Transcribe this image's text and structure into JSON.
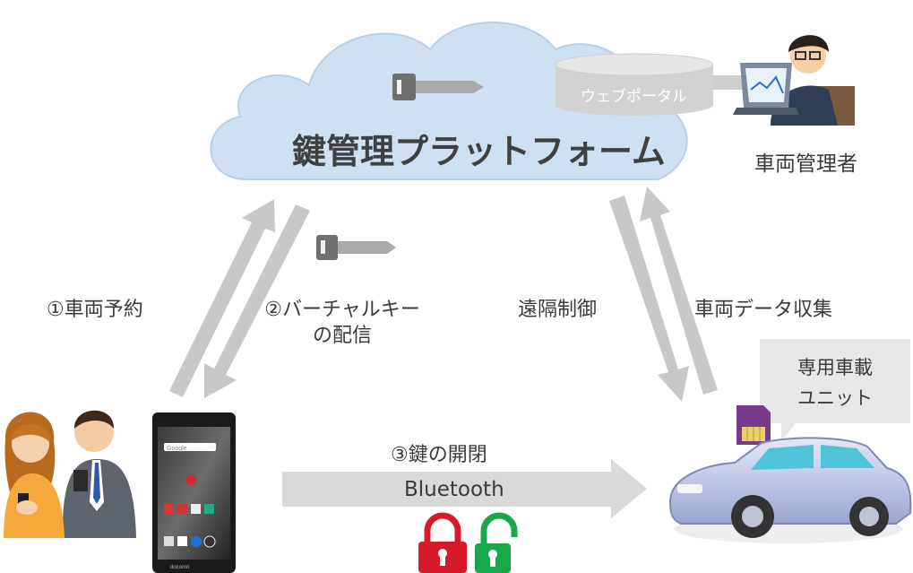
{
  "cloud": {
    "title": "鍵管理プラットフォーム",
    "color": "#cfe0f2"
  },
  "web_portal": {
    "label": "ウェブポータル"
  },
  "vehicle_manager": {
    "label": "車両管理者"
  },
  "arrows": {
    "reservation": "①車両予約",
    "virtual_key_line1": "②バーチャルキー",
    "virtual_key_line2": "の配信",
    "remote_control": "遠隔制御",
    "data_collection": "車両データ収集",
    "lock_unlock": "③鍵の開閉",
    "bluetooth": "Bluetooth"
  },
  "in_vehicle_unit": {
    "line1": "専用車載",
    "line2": "ユニット"
  },
  "phone": {
    "search_hint": "Google",
    "carrier": "docomo"
  },
  "colors": {
    "arrow": "#c8c8c8",
    "lock_locked": "#d7192a",
    "lock_unlocked": "#1aa64a",
    "car": "#b8c3e6",
    "sim": "#7a3a8c"
  }
}
